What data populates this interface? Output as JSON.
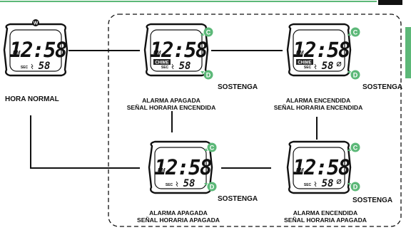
{
  "colors": {
    "accent_green": "#5cb878",
    "ink": "#111111",
    "lcd_bg": "#ffffff"
  },
  "icons": {
    "button_c": "button-c-icon",
    "button_d": "button-d-icon",
    "alarm_mode": "alarm-mode-icon"
  },
  "watches": [
    {
      "id": "normal",
      "time_pm": "PM",
      "time": "12:58",
      "seconds_label": "SEC",
      "seconds": "58",
      "chime": "",
      "top_badge": "W",
      "alarm_on": false,
      "chime_on": false
    },
    {
      "id": "alarm-off-chime-on",
      "time_pm": "PM",
      "time": "12:58",
      "seconds_label": "SEC",
      "seconds": "58",
      "chime": "CHIME",
      "top_badge": "",
      "alarm_on": false,
      "chime_on": true
    },
    {
      "id": "alarm-on-chime-on",
      "time_pm": "PM",
      "time": "12:58",
      "seconds_label": "SEC",
      "seconds": "58",
      "chime": "CHIME",
      "top_badge": "",
      "alarm_on": true,
      "chime_on": true
    },
    {
      "id": "alarm-off-chime-off",
      "time_pm": "PM",
      "time": "12:58",
      "seconds_label": "SEC",
      "seconds": "58",
      "chime": "",
      "top_badge": "",
      "alarm_on": false,
      "chime_on": false
    },
    {
      "id": "alarm-on-chime-off",
      "time_pm": "PM",
      "time": "12:58",
      "seconds_label": "SEC",
      "seconds": "58",
      "chime": "",
      "top_badge": "",
      "alarm_on": true,
      "chime_on": false
    }
  ],
  "buttons": {
    "c": "C",
    "d": "D"
  },
  "labels": {
    "hora_normal": "HORA NORMAL",
    "sostenga": "SOSTENGA",
    "alarma_apagada": "ALARMA APAGADA",
    "alarma_encendida": "ALARMA ENCENDIDA",
    "senal_encendida": "SEÑAL HORARIA ENCENDIDA",
    "senal_apagada": "SEÑAL HORARIA APAGADA"
  }
}
